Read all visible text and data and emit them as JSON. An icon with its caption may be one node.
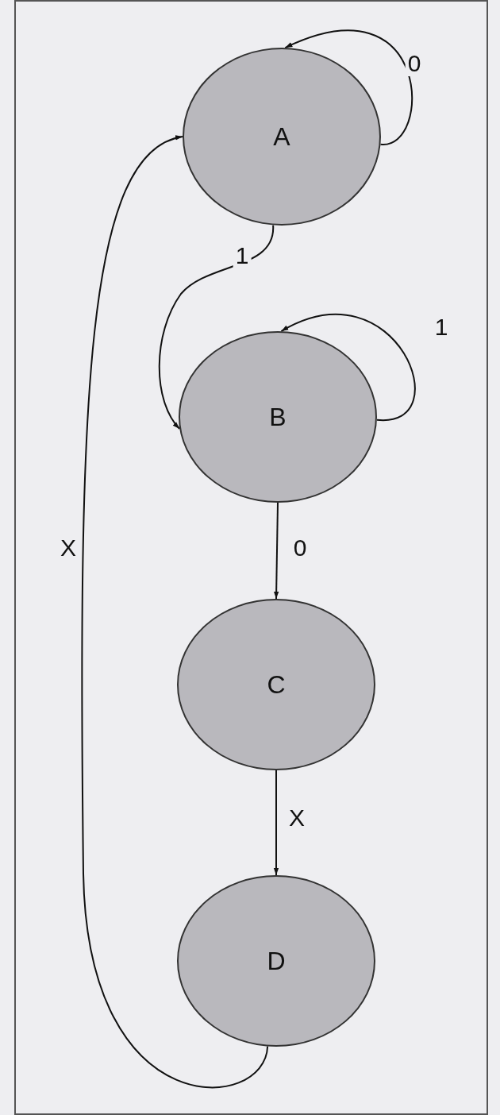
{
  "diagram": {
    "nodes": [
      {
        "text": [
          "A"
        ]
      },
      {
        "text": [
          "B"
        ]
      },
      {
        "text": [
          "C"
        ]
      },
      {
        "text": [
          "D"
        ]
      }
    ],
    "edges": [
      {
        "from": 0,
        "to": 0,
        "arrow": "to",
        "label": "0"
      },
      {
        "from": 0,
        "to": 1,
        "arrow": "to",
        "label": "1"
      },
      {
        "from": 1,
        "to": 1,
        "arrow": "to",
        "label": "1"
      },
      {
        "from": 1,
        "to": 2,
        "arrow": "to",
        "label": "0"
      },
      {
        "from": 2,
        "to": 3,
        "arrow": "to",
        "label": "X"
      },
      {
        "from": 3,
        "to": 0,
        "arrow": "to",
        "label": "X"
      }
    ]
  }
}
